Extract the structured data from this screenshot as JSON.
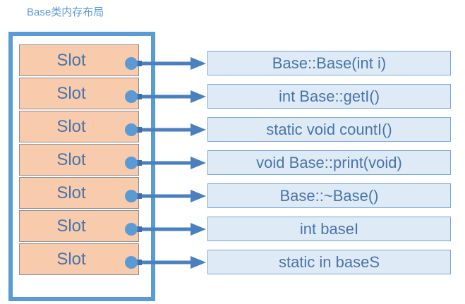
{
  "title": "Base类内存布局",
  "slots": [
    "Slot",
    "Slot",
    "Slot",
    "Slot",
    "Slot",
    "Slot",
    "Slot"
  ],
  "targets": [
    "Base::Base(int i)",
    "int Base::getI()",
    "static void countI()",
    "void Base::print(void)",
    "Base::~Base()",
    "int baseI",
    "static in baseS"
  ],
  "colors": {
    "frame": "#5b9bd5",
    "slot_fill": "#f8cbad",
    "target_fill": "#deebf7",
    "arrow": "#4a7fc0",
    "dot": "#5b9bd5"
  }
}
